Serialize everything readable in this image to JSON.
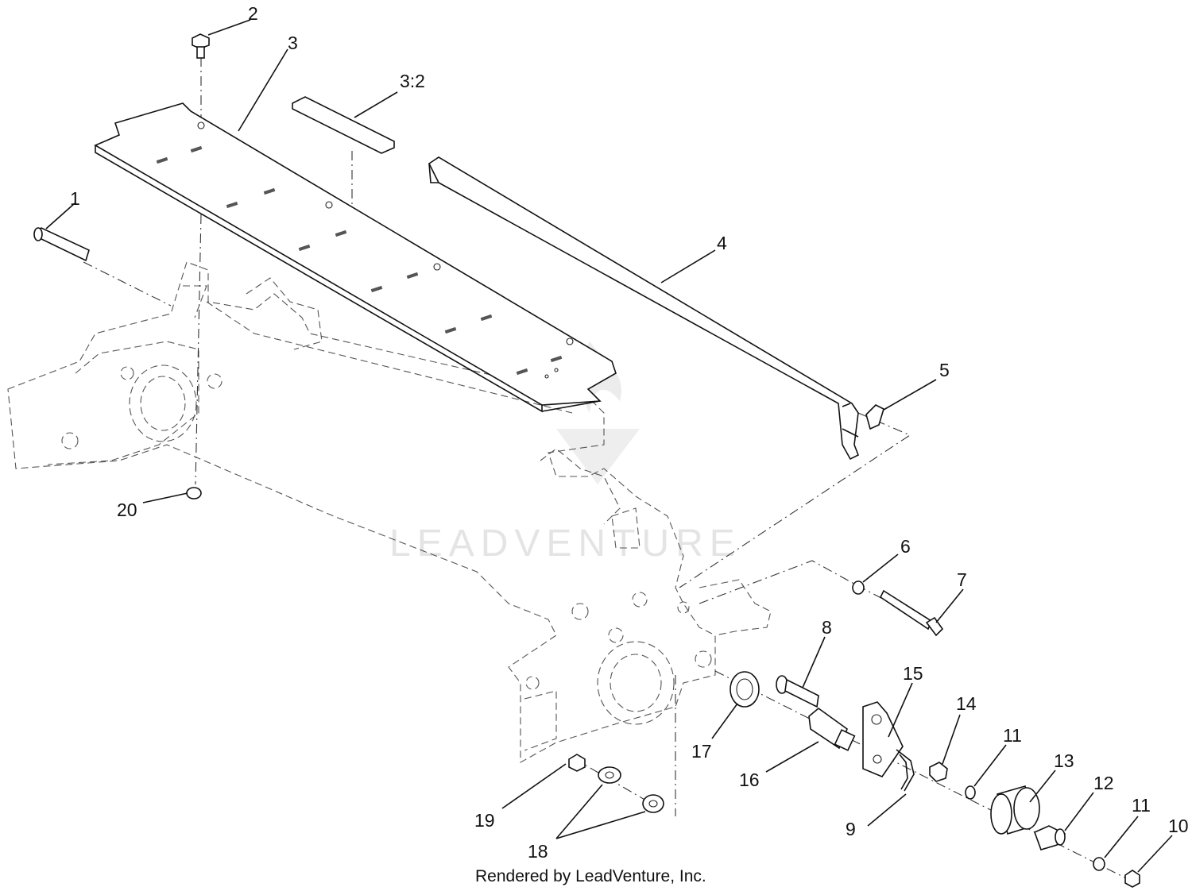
{
  "diagram": {
    "credit": "Rendered by LeadVenture, Inc.",
    "watermark": "LEADVENTURE",
    "callouts": [
      "1",
      "2",
      "3",
      "3:2",
      "4",
      "5",
      "6",
      "7",
      "8",
      "15",
      "14",
      "11",
      "13",
      "12",
      "11",
      "10",
      "9",
      "16",
      "17",
      "18",
      "19",
      "20"
    ]
  }
}
